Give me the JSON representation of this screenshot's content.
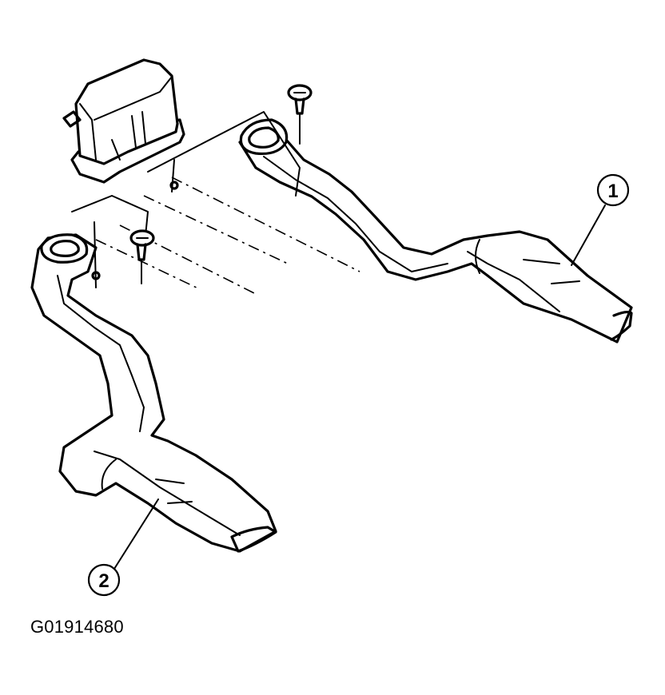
{
  "callouts": [
    {
      "id": "1",
      "label": "1"
    },
    {
      "id": "2",
      "label": "2"
    }
  ],
  "figure_code": "G01914680"
}
